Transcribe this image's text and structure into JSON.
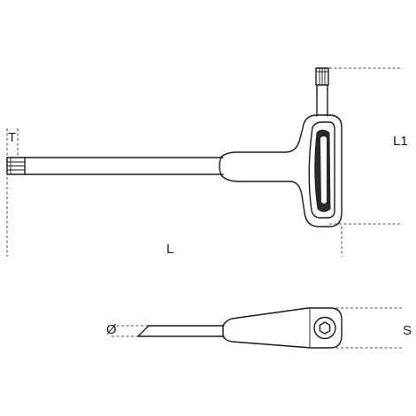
{
  "labels": {
    "tip_size": "T",
    "length": "L",
    "side_length": "L1",
    "shaft_diameter": "Ø",
    "handle_thickness": "S"
  }
}
